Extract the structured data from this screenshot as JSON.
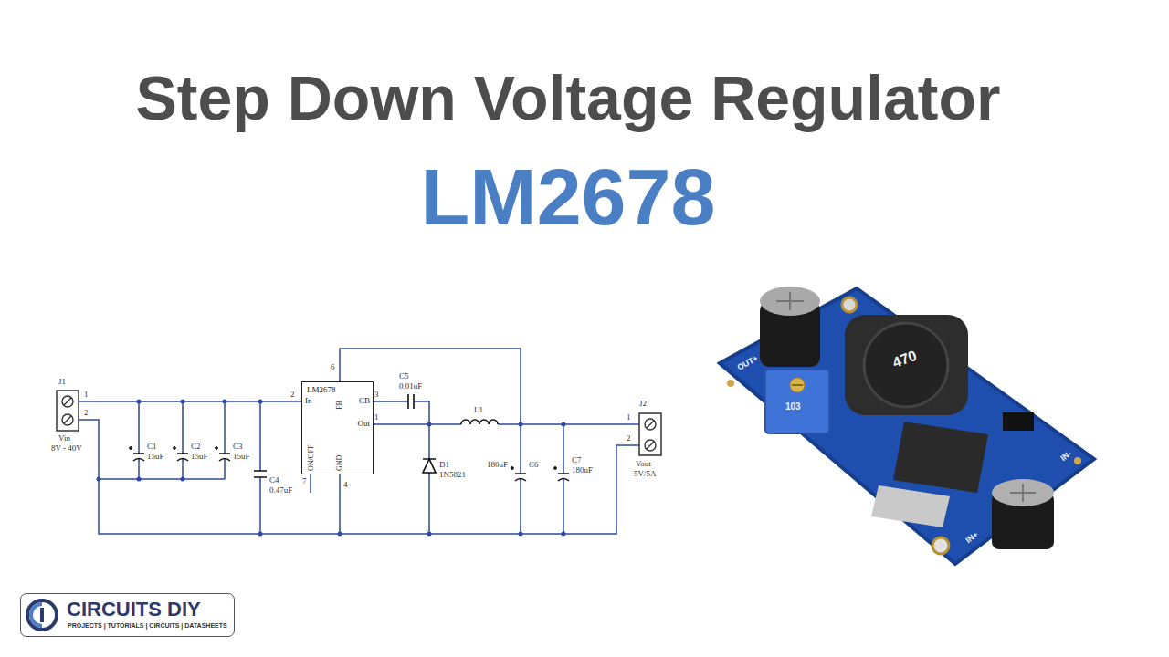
{
  "diagram": {
    "title": "Step Down Voltage Regulator",
    "nodes": [
      {
        "text": [
          "LM2678",
          "In",
          "FB",
          "CB",
          "Out",
          "GND",
          "ON/OFF"
        ]
      },
      {
        "text": [
          "CIRCUITS DIY",
          "PROJECTS | TUTORIALS | CIRCUITS | DATASHEETS"
        ]
      }
    ],
    "labels": [
      "LM2678",
      "J1",
      "1",
      "2",
      "Vin",
      "8V - 40V",
      "C1",
      "15uF",
      "C2",
      "15uF",
      "C3",
      "15uF",
      "C4",
      "0.47uF",
      "2",
      "6",
      "3",
      "1",
      "4",
      "7",
      "C5",
      "0.01uF",
      "L1",
      "D1",
      "1N5821",
      "180uF",
      "C6",
      "C7",
      "180uF",
      "J2",
      "1",
      "2",
      "Vout",
      "5V/5A",
      "OUT+",
      "IN-",
      "IN+",
      "470",
      "103"
    ]
  }
}
